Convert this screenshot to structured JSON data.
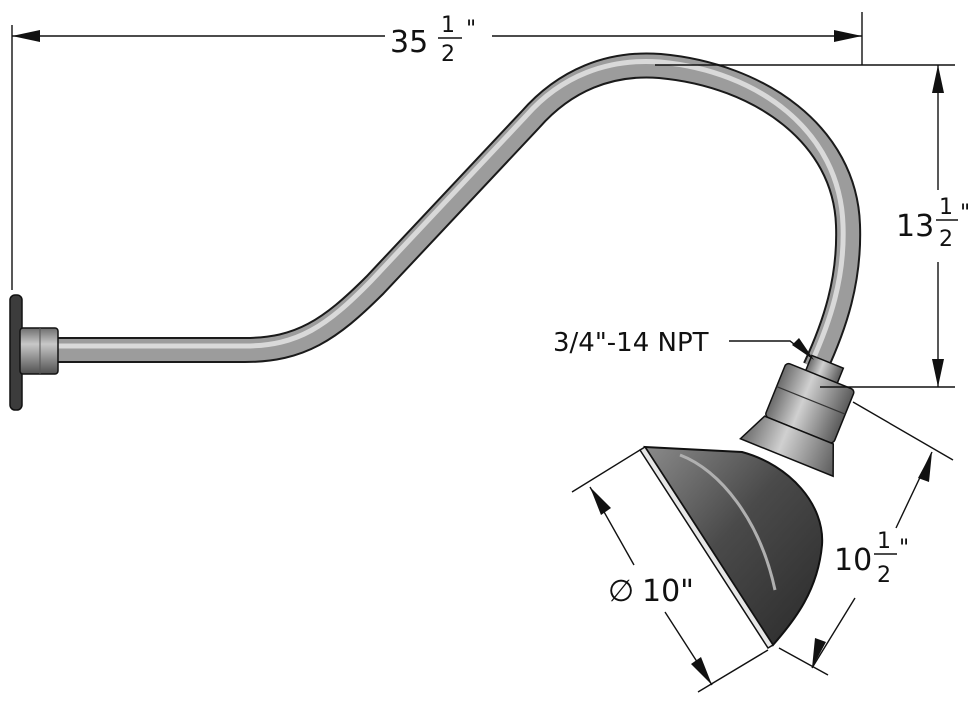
{
  "dimensions": {
    "overall_width": {
      "whole": "35",
      "num": "1",
      "den": "2",
      "unit": "\""
    },
    "height": {
      "whole": "13",
      "num": "1",
      "den": "2",
      "unit": "\""
    },
    "shade_depth": {
      "whole": "10",
      "num": "1",
      "den": "2",
      "unit": "\""
    },
    "shade_diameter": {
      "symbol": "∅",
      "value": "10\""
    }
  },
  "callouts": {
    "thread": "3/4\"-14 NPT"
  }
}
